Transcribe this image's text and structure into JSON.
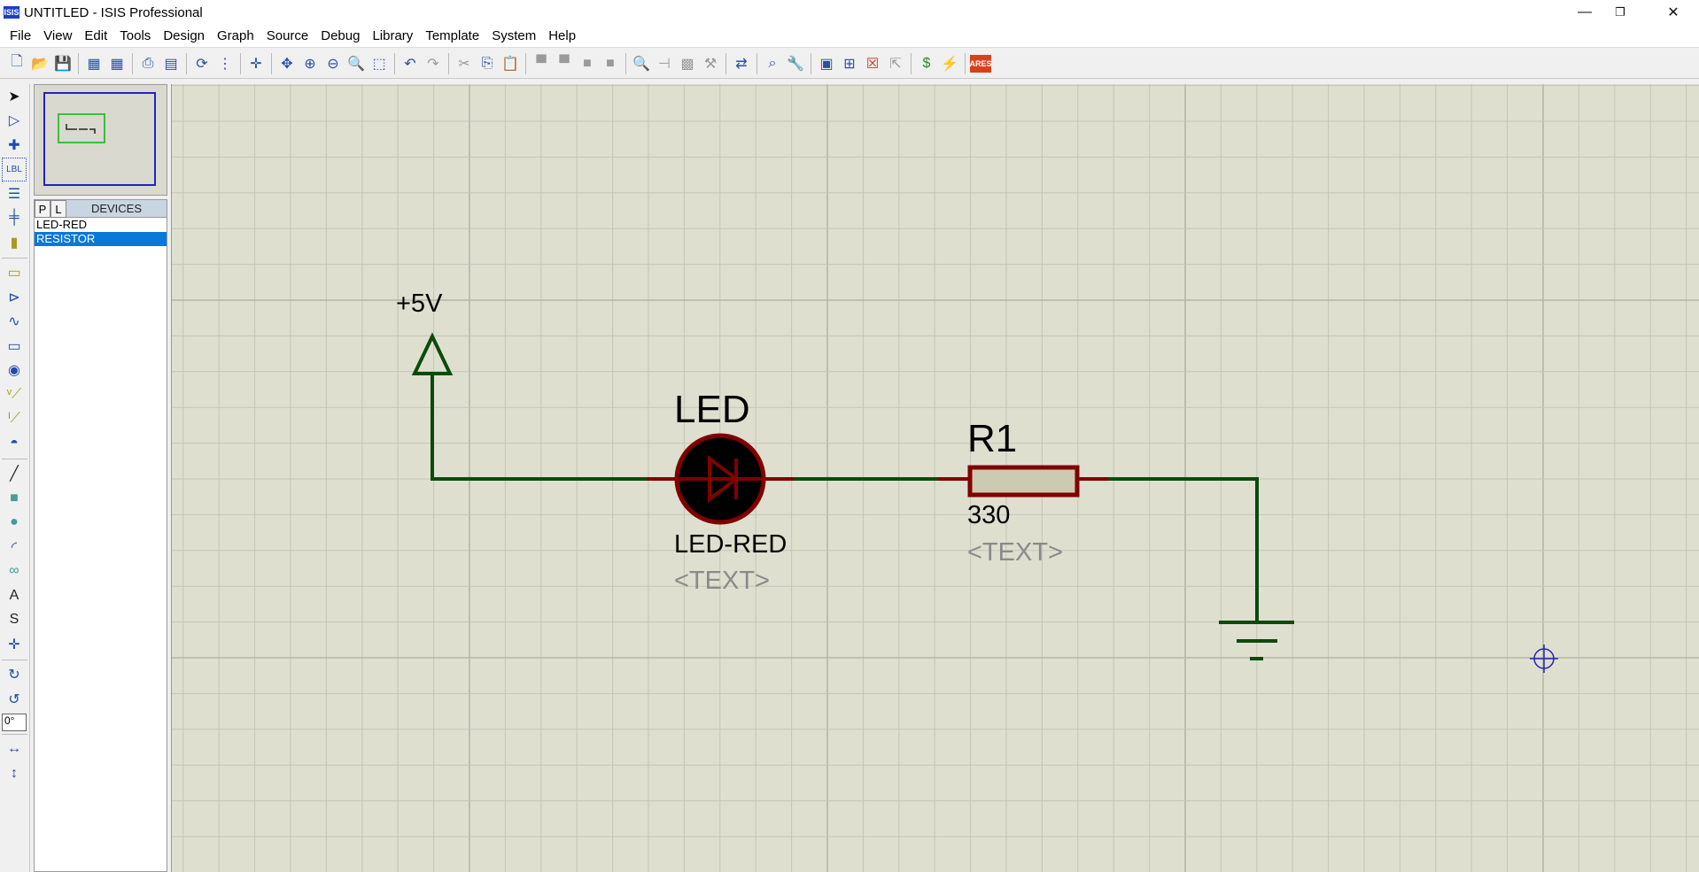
{
  "window": {
    "title": "UNTITLED - ISIS Professional",
    "app_icon": "ISIS",
    "controls": {
      "minimize": "—",
      "restore": "❐",
      "close": "✕"
    }
  },
  "menu": [
    "File",
    "View",
    "Edit",
    "Tools",
    "Design",
    "Graph",
    "Source",
    "Debug",
    "Library",
    "Template",
    "System",
    "Help"
  ],
  "toolbar": [
    {
      "icon": "new-icon",
      "g": "🗋"
    },
    {
      "icon": "open-icon",
      "g": "📂"
    },
    {
      "icon": "save-icon",
      "g": "💾"
    },
    {
      "sep": true
    },
    {
      "icon": "import-section-icon",
      "g": "▦"
    },
    {
      "icon": "export-section-icon",
      "g": "▦"
    },
    {
      "sep": true
    },
    {
      "icon": "print-icon",
      "g": "⎙"
    },
    {
      "icon": "mark-output-area-icon",
      "g": "▤"
    },
    {
      "sep": true
    },
    {
      "icon": "redraw-icon",
      "g": "⟳"
    },
    {
      "icon": "grid-icon",
      "g": "⋮"
    },
    {
      "sep": true
    },
    {
      "icon": "origin-icon",
      "g": "✛"
    },
    {
      "sep": true
    },
    {
      "icon": "pan-icon",
      "g": "✥"
    },
    {
      "icon": "zoom-in-icon",
      "g": "⊕"
    },
    {
      "icon": "zoom-out-icon",
      "g": "⊖"
    },
    {
      "icon": "zoom-all-icon",
      "g": "🔍"
    },
    {
      "icon": "zoom-area-icon",
      "g": "⬚"
    },
    {
      "sep": true
    },
    {
      "icon": "undo-icon",
      "g": "↶"
    },
    {
      "icon": "redo-icon",
      "g": "↷",
      "dis": true
    },
    {
      "sep": true
    },
    {
      "icon": "cut-icon",
      "g": "✂",
      "dis": true
    },
    {
      "icon": "copy-icon",
      "g": "⎘"
    },
    {
      "icon": "paste-icon",
      "g": "📋",
      "dis": true
    },
    {
      "sep": true
    },
    {
      "icon": "block-copy-icon",
      "g": "▀",
      "dis": true
    },
    {
      "icon": "block-move-icon",
      "g": "▀",
      "dis": true
    },
    {
      "icon": "block-rotate-icon",
      "g": "■",
      "dis": true
    },
    {
      "icon": "block-delete-icon",
      "g": "■",
      "dis": true
    },
    {
      "sep": true
    },
    {
      "icon": "pick-device-icon",
      "g": "🔍"
    },
    {
      "icon": "make-device-icon",
      "g": "⊣",
      "dis": true
    },
    {
      "icon": "packaging-tool-icon",
      "g": "▩",
      "dis": true
    },
    {
      "icon": "decompose-icon",
      "g": "⚒",
      "dis": true
    },
    {
      "sep": true
    },
    {
      "icon": "wire-autorouter-icon",
      "g": "⇄"
    },
    {
      "sep": true
    },
    {
      "icon": "search-tag-icon",
      "g": "⌕"
    },
    {
      "icon": "property-assignment-icon",
      "g": "🔧"
    },
    {
      "sep": true
    },
    {
      "icon": "new-sheet-icon",
      "g": "▣"
    },
    {
      "icon": "add-sheet-icon",
      "g": "⊞"
    },
    {
      "icon": "remove-sheet-icon",
      "g": "☒"
    },
    {
      "icon": "exit-to-parent-icon",
      "g": "⇱",
      "dis": true
    },
    {
      "sep": true
    },
    {
      "icon": "bill-of-materials-icon",
      "g": "$"
    },
    {
      "icon": "electrical-rule-check-icon",
      "g": "⚡"
    },
    {
      "sep": true
    },
    {
      "icon": "ares-icon",
      "g": "ARES"
    }
  ],
  "left_tools": [
    {
      "icon": "selection-mode-icon",
      "g": "➤"
    },
    {
      "icon": "component-mode-icon",
      "g": "▷"
    },
    {
      "icon": "junction-dot-icon",
      "g": "✚"
    },
    {
      "icon": "wire-label-icon",
      "g": "LBL"
    },
    {
      "icon": "text-script-icon",
      "g": "☰"
    },
    {
      "icon": "bus-icon",
      "g": "╪"
    },
    {
      "icon": "subcircuit-icon",
      "g": "▮"
    },
    {
      "sep": true
    },
    {
      "icon": "terminals-icon",
      "g": "▭"
    },
    {
      "icon": "device-pins-icon",
      "g": "⊳"
    },
    {
      "icon": "graph-icon",
      "g": "∿"
    },
    {
      "icon": "tape-recorder-icon",
      "g": "▭"
    },
    {
      "icon": "generator-icon",
      "g": "◉"
    },
    {
      "icon": "voltage-probe-icon",
      "g": "ᵛ⟋"
    },
    {
      "icon": "current-probe-icon",
      "g": "ᴵ⟋"
    },
    {
      "icon": "virtual-instruments-icon",
      "g": "◓"
    },
    {
      "sep": true
    },
    {
      "icon": "line-icon",
      "g": "╱"
    },
    {
      "icon": "box-icon",
      "g": "■"
    },
    {
      "icon": "circle-icon",
      "g": "●"
    },
    {
      "icon": "arc-icon",
      "g": "◜"
    },
    {
      "icon": "closed-path-icon",
      "g": "∞"
    },
    {
      "icon": "text-icon",
      "g": "A"
    },
    {
      "icon": "symbol-icon",
      "g": "S"
    },
    {
      "icon": "marker-icon",
      "g": "✛"
    },
    {
      "sep": true
    },
    {
      "icon": "rotate-clockwise-icon",
      "g": "↻"
    },
    {
      "icon": "rotate-anticlockwise-icon",
      "g": "↺"
    },
    {
      "angle": true
    },
    {
      "sep": true
    },
    {
      "icon": "flip-horizontal-icon",
      "g": "↔"
    },
    {
      "icon": "flip-vertical-icon",
      "g": "↕"
    }
  ],
  "rotation_angle": "0°",
  "devices": {
    "tab_p": "P",
    "tab_l": "L",
    "title": "DEVICES",
    "items": [
      "LED-RED",
      "RESISTOR"
    ],
    "selected": "RESISTOR"
  },
  "schematic": {
    "power": {
      "label": "+5V"
    },
    "led": {
      "ref": "LED",
      "value": "LED-RED",
      "text": "<TEXT>"
    },
    "resistor": {
      "ref": "R1",
      "value": "330",
      "text": "<TEXT>"
    },
    "colors": {
      "wire": "#0b4a0b",
      "pin": "#800000",
      "body_fill": "#cccab0",
      "led_fill": "#000000",
      "background": "#dfdfd0",
      "grid_minor": "#c5c5b7",
      "grid_major": "#b5b5a8",
      "placeholder_text": "#8a8a8a"
    }
  }
}
